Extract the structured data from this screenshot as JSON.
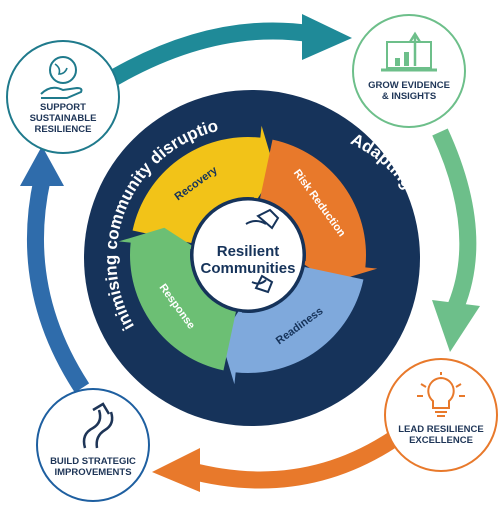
{
  "center": {
    "line1": "Resilient",
    "line2": "Communities"
  },
  "ring_text": {
    "left": "Minimising community disruption",
    "right": "Adapting for climate change"
  },
  "cycle_segments": [
    {
      "label": "Recovery",
      "color": "#f2c318"
    },
    {
      "label": "Risk Reduction",
      "color": "#e8792b"
    },
    {
      "label": "Readiness",
      "color": "#7fa9dc"
    },
    {
      "label": "Response",
      "color": "#6cbf74"
    }
  ],
  "outer_nodes": [
    {
      "id": "support",
      "lines": [
        "SUPPORT",
        "SUSTAINABLE",
        "RESILIENCE"
      ],
      "icon": "globe-hand-icon",
      "border": "#1f7a8c"
    },
    {
      "id": "grow",
      "lines": [
        "GROW EVIDENCE",
        "& INSIGHTS"
      ],
      "icon": "laptop-chart-icon",
      "border": "#6dbf8a"
    },
    {
      "id": "lead",
      "lines": [
        "LEAD RESILIENCE",
        "EXCELLENCE"
      ],
      "icon": "lightbulb-brain-icon",
      "border": "#e8792b"
    },
    {
      "id": "build",
      "lines": [
        "BUILD STRATEGIC",
        "IMPROVEMENTS"
      ],
      "icon": "road-arrow-icon",
      "border": "#1e5fa0"
    }
  ],
  "colors": {
    "navy": "#16335a",
    "teal": "#1f8a98",
    "green": "#6dbf8a",
    "orange": "#e8792b",
    "blue": "#2f6cab"
  }
}
